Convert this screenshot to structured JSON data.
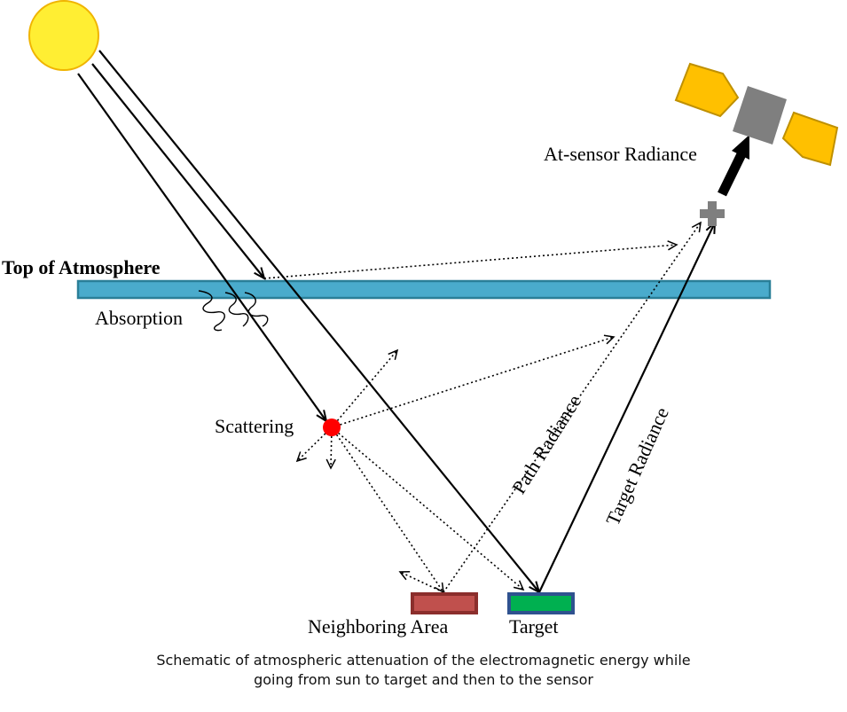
{
  "labels": {
    "top_of_atmosphere": "Top of Atmosphere",
    "absorption": "Absorption",
    "scattering": "Scattering",
    "at_sensor_radiance": "At-sensor Radiance",
    "path_radiance": "Path Radiance",
    "target_radiance": "Target Radiance",
    "neighboring_area": "Neighboring Area",
    "target": "Target"
  },
  "caption": {
    "line1": "Schematic of atmospheric attenuation of the electromagnetic energy while",
    "line2": "going from sun to target and then to the sensor"
  },
  "colors": {
    "sun_fill": "#ffee33",
    "sun_stroke": "#f0b400",
    "atmosphere_fill": "#4aabcc",
    "atmosphere_stroke": "#2a7f98",
    "scatter_point": "#ff0000",
    "neighbor_fill": "#c0504d",
    "neighbor_stroke": "#8b2e2c",
    "target_fill": "#00b050",
    "target_stroke": "#2f528f",
    "panel_fill": "#ffc000",
    "panel_stroke": "#bf9000",
    "body_fill": "#7f7f7f",
    "plus_fill": "#7f7f7f"
  }
}
